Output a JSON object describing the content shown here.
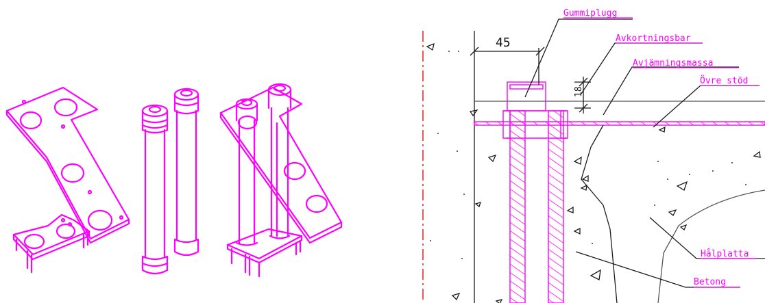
{
  "labels": {
    "gummiplugg": "Gummiplugg",
    "avkortningsbar": "Avkortningsbar",
    "avjamningsmassa": "Avjämningsmassa",
    "ovre_stod": "Övre stöd",
    "halplatta": "Hålplatta",
    "betong": "Betong"
  },
  "dimensions": {
    "width": "45",
    "height": "18"
  },
  "colors": {
    "accent": "#ff00ff",
    "line": "#1a1a1a",
    "centerline": "#dd2222"
  }
}
